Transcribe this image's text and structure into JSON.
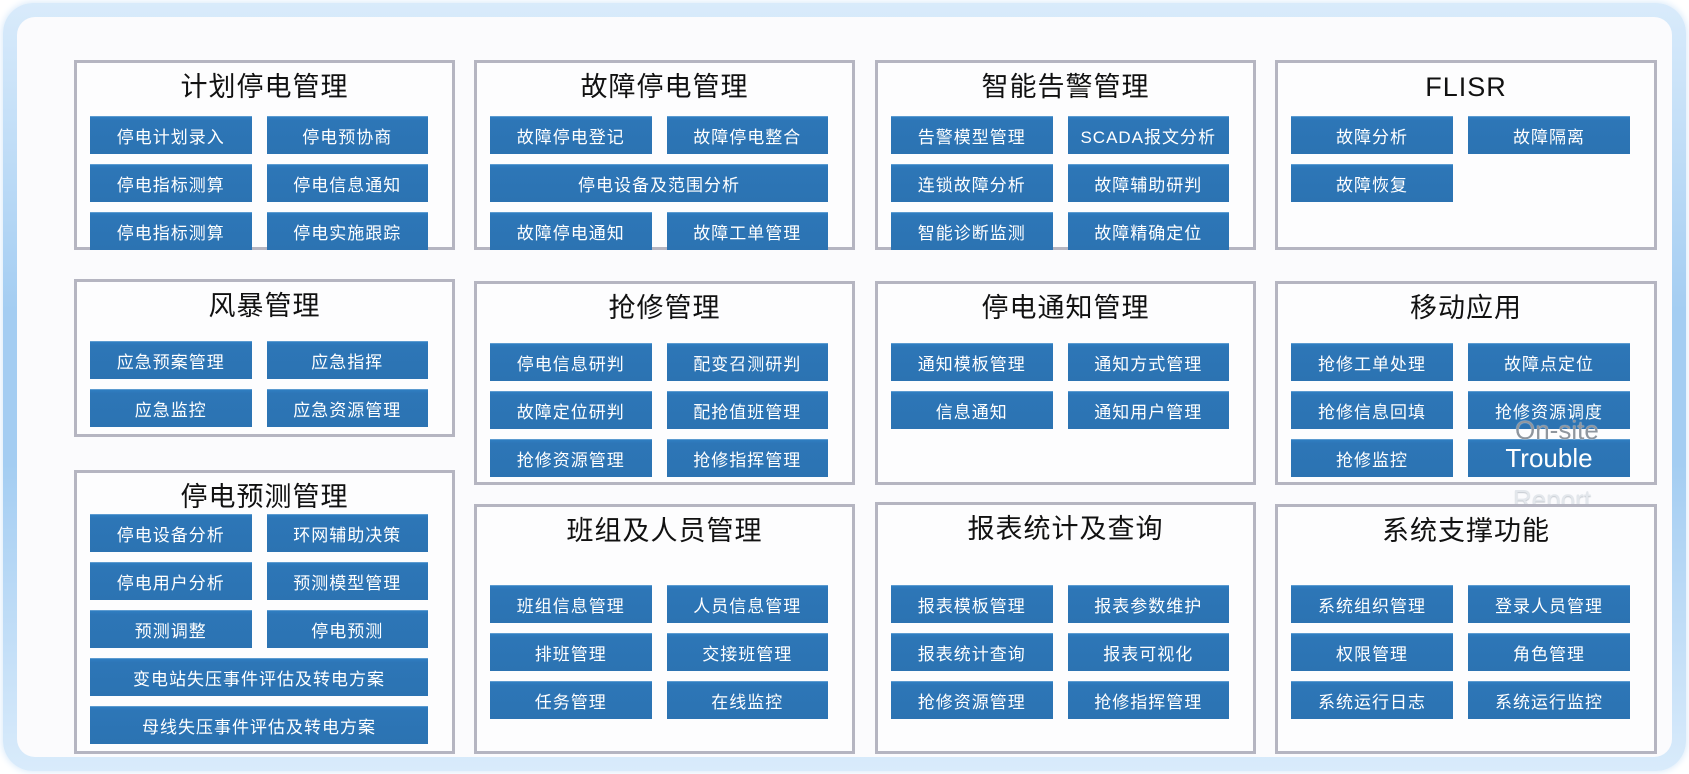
{
  "colors": {
    "button_blue": "#2d76b7",
    "button_text": "#ffffff",
    "panel_border": "#b5b5c1",
    "panel_background": "#fdfdfe",
    "frame_blue": "#a4cdf2",
    "title_text": "#111111",
    "overlay_gray": "#8f969e"
  },
  "panels": [
    {
      "id": "planned-outage-management",
      "title": "计划停电管理",
      "buttons": [
        {
          "label": "停电计划录入"
        },
        {
          "label": "停电预协商"
        },
        {
          "label": "停电指标测算"
        },
        {
          "label": "停电信息通知"
        },
        {
          "label": "停电指标测算"
        },
        {
          "label": "停电实施跟踪"
        }
      ]
    },
    {
      "id": "fault-outage-management",
      "title": "故障停电管理",
      "buttons": [
        {
          "label": "故障停电登记"
        },
        {
          "label": "故障停电整合"
        },
        {
          "label": "停电设备及范围分析",
          "wide": true
        },
        {
          "label": "故障停电通知"
        },
        {
          "label": "故障工单管理"
        }
      ]
    },
    {
      "id": "intelligent-alarm-management",
      "title": "智能告警管理",
      "buttons": [
        {
          "label": "告警模型管理"
        },
        {
          "label": "SCADA报文分析"
        },
        {
          "label": "连锁故障分析"
        },
        {
          "label": "故障辅助研判"
        },
        {
          "label": "智能诊断监测"
        },
        {
          "label": "故障精确定位"
        }
      ]
    },
    {
      "id": "flisr",
      "title": "FLISR",
      "buttons": [
        {
          "label": "故障分析"
        },
        {
          "label": "故障隔离"
        },
        {
          "label": "故障恢复"
        }
      ]
    },
    {
      "id": "storm-management",
      "title": "风暴管理",
      "buttons": [
        {
          "label": "应急预案管理"
        },
        {
          "label": "应急指挥"
        },
        {
          "label": "应急监控"
        },
        {
          "label": "应急资源管理"
        }
      ]
    },
    {
      "id": "repair-management",
      "title": "抢修管理",
      "buttons": [
        {
          "label": "停电信息研判"
        },
        {
          "label": "配变召测研判"
        },
        {
          "label": "故障定位研判"
        },
        {
          "label": "配抢值班管理"
        },
        {
          "label": "抢修资源管理"
        },
        {
          "label": "抢修指挥管理"
        }
      ]
    },
    {
      "id": "outage-notification-management",
      "title": "停电通知管理",
      "buttons": [
        {
          "label": "通知模板管理"
        },
        {
          "label": "通知方式管理"
        },
        {
          "label": "信息通知"
        },
        {
          "label": "通知用户管理"
        }
      ]
    },
    {
      "id": "mobile-application",
      "title": "移动应用",
      "overlay_onsite": "On-site",
      "overlay_report": "Report",
      "buttons": [
        {
          "label": "抢修工单处理"
        },
        {
          "label": "故障点定位"
        },
        {
          "label": "抢修信息回填"
        },
        {
          "label": "抢修资源调度"
        },
        {
          "label": "抢修监控"
        },
        {
          "label": "Trouble",
          "en": true
        }
      ]
    },
    {
      "id": "outage-forecast-management",
      "title": "停电预测管理",
      "buttons": [
        {
          "label": "停电设备分析"
        },
        {
          "label": "环网辅助决策"
        },
        {
          "label": "停电用户分析"
        },
        {
          "label": "预测模型管理"
        },
        {
          "label": "预测调整"
        },
        {
          "label": "停电预测"
        },
        {
          "label": "变电站失压事件评估及转电方案",
          "wide": true
        },
        {
          "label": "母线失压事件评估及转电方案",
          "wide": true
        }
      ]
    },
    {
      "id": "team-and-personnel-management",
      "title": "班组及人员管理",
      "buttons": [
        {
          "label": "班组信息管理"
        },
        {
          "label": "人员信息管理"
        },
        {
          "label": "排班管理"
        },
        {
          "label": "交接班管理"
        },
        {
          "label": "任务管理"
        },
        {
          "label": "在线监控"
        }
      ]
    },
    {
      "id": "report-statistics-and-query",
      "title": "报表统计及查询",
      "buttons": [
        {
          "label": "报表模板管理"
        },
        {
          "label": "报表参数维护"
        },
        {
          "label": "报表统计查询"
        },
        {
          "label": "报表可视化"
        },
        {
          "label": "抢修资源管理"
        },
        {
          "label": "抢修指挥管理"
        }
      ]
    },
    {
      "id": "system-support-functions",
      "title": "系统支撑功能",
      "buttons": [
        {
          "label": "系统组织管理"
        },
        {
          "label": "登录人员管理"
        },
        {
          "label": "权限管理"
        },
        {
          "label": "角色管理"
        },
        {
          "label": "系统运行日志"
        },
        {
          "label": "系统运行监控"
        }
      ]
    }
  ]
}
